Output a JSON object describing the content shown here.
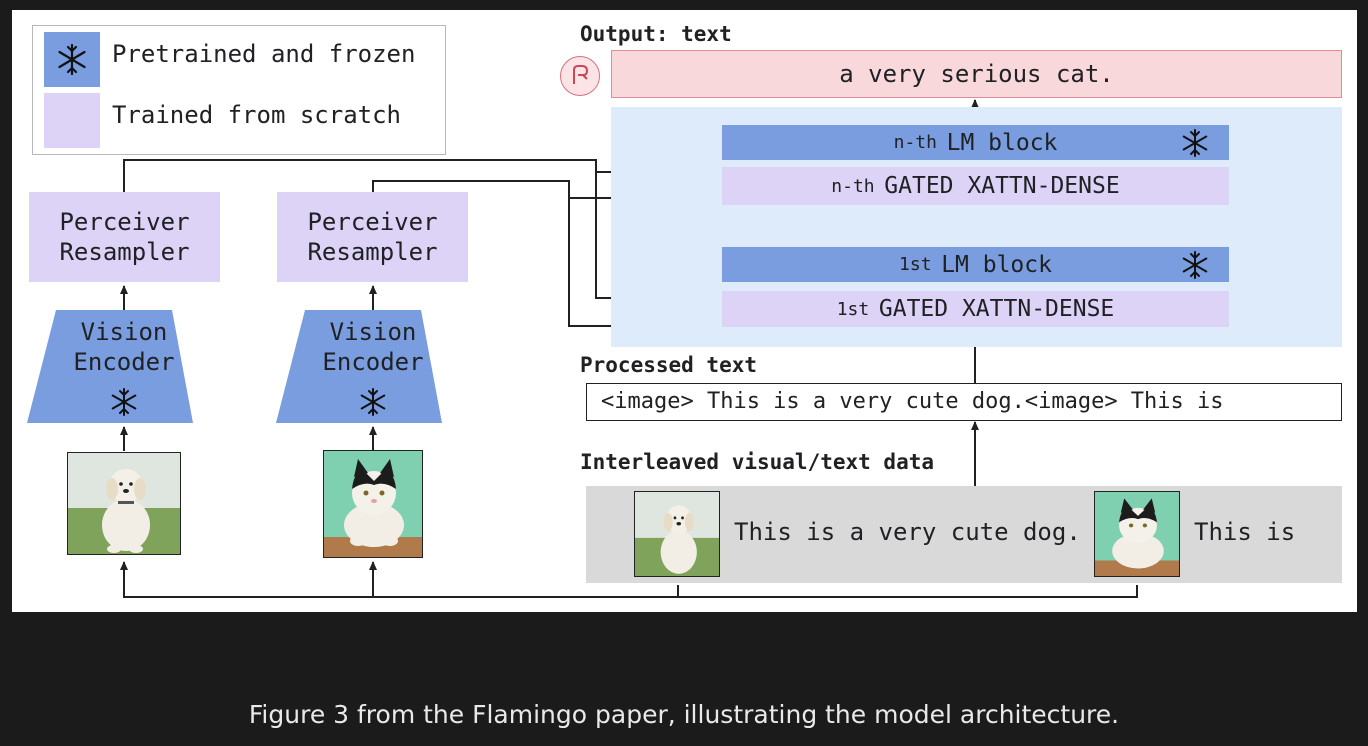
{
  "legend": {
    "frozen_label": "Pretrained and frozen",
    "trained_label": "Trained from scratch"
  },
  "output": {
    "heading": "Output: text",
    "text": "a very serious cat."
  },
  "lm_blocks": {
    "nth_prefix": "n-th",
    "nth_label": "LM block",
    "nth_gated_prefix": "n-th",
    "nth_gated_label": "GATED XATTN-DENSE",
    "first_prefix": "1st",
    "first_label": "LM block",
    "first_gated_prefix": "1st",
    "first_gated_label": "GATED XATTN-DENSE"
  },
  "processed": {
    "heading": "Processed text",
    "text": "<image> This is a very cute dog.<image> This is"
  },
  "interleaved": {
    "heading": "Interleaved visual/text data",
    "text1": "This is a very cute dog.",
    "text2": "This is"
  },
  "perceiver": {
    "line1": "Perceiver",
    "line2": "Resampler"
  },
  "encoder": {
    "line1": "Vision",
    "line2": "Encoder"
  },
  "caption": "Figure 3 from the Flamingo paper, illustrating the model architecture.",
  "colors": {
    "frozen": "#7a9de0",
    "trained": "#dcd3f6",
    "output_box": "#f9d8dc",
    "lm_background": "#ddebfa",
    "interleaved_background": "#d9d9d9"
  }
}
